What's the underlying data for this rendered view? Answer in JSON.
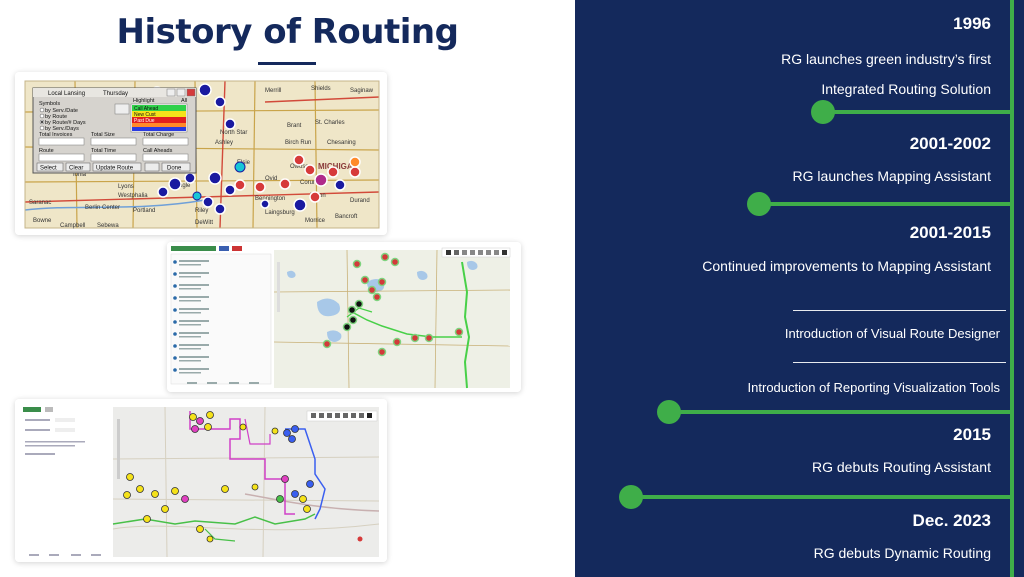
{
  "title": "History of Routing",
  "colors": {
    "navy": "#14295c",
    "green": "#3fae49",
    "white": "#ffffff"
  },
  "timeline": {
    "entries": [
      {
        "year": "1996",
        "line1": "RG launches green industry’s first",
        "line2": "Integrated Routing Solution"
      },
      {
        "year": "2001-2002",
        "line1": "RG launches Mapping Assistant"
      },
      {
        "year": "2001-2015",
        "line1": "Continued improvements to Mapping Assistant"
      },
      {
        "line1": "Introduction of Visual Route Designer"
      },
      {
        "line1": "Introduction of Reporting Visualization Tools"
      },
      {
        "year": "2015",
        "line1": "RG debuts Routing Assistant"
      },
      {
        "year": "Dec. 2023",
        "line1": "RG debuts Dynamic Routing"
      }
    ]
  },
  "screenshot1": {
    "dialog_title": "Local Lansing",
    "day": "Thursday",
    "symbols_label": "Symbols",
    "highlight_label": "Highlight",
    "all_label": "All",
    "options": [
      "by Serv./Date",
      "by Route",
      "by Route/# Days",
      "by Serv./Days"
    ],
    "legend": [
      "Call Ahead",
      "New Cust",
      "Past Due"
    ],
    "total_invoices_label": "Total Invoices",
    "total_size_label": "Total Size",
    "total_charge_label": "Total Charge",
    "route_label": "Route",
    "total_time_label": "Total Time",
    "call_aheads_label": "Call Aheads",
    "select_btn": "Select",
    "clear_btn": "Clear",
    "update_route_btn": "Update Route",
    "done_btn": "Done",
    "map_labels": [
      "Merrill",
      "Shields",
      "Saginaw",
      "North Star",
      "Brant",
      "St. Charles",
      "Ashley",
      "Birch Run",
      "Chesaning",
      "MICHIGAN",
      "Ionia",
      "Lyons",
      "Portland",
      "Westphalia",
      "Bennington",
      "Laingsburg",
      "Byron",
      "Durand",
      "Bancroft",
      "Morrice",
      "Riley",
      "DeWitt",
      "Eagle",
      "Berlin Center",
      "Saranac",
      "Bowne",
      "Campbell",
      "Sebewa",
      "Elsie",
      "Ovid",
      "Owosso",
      "Corunna"
    ]
  }
}
